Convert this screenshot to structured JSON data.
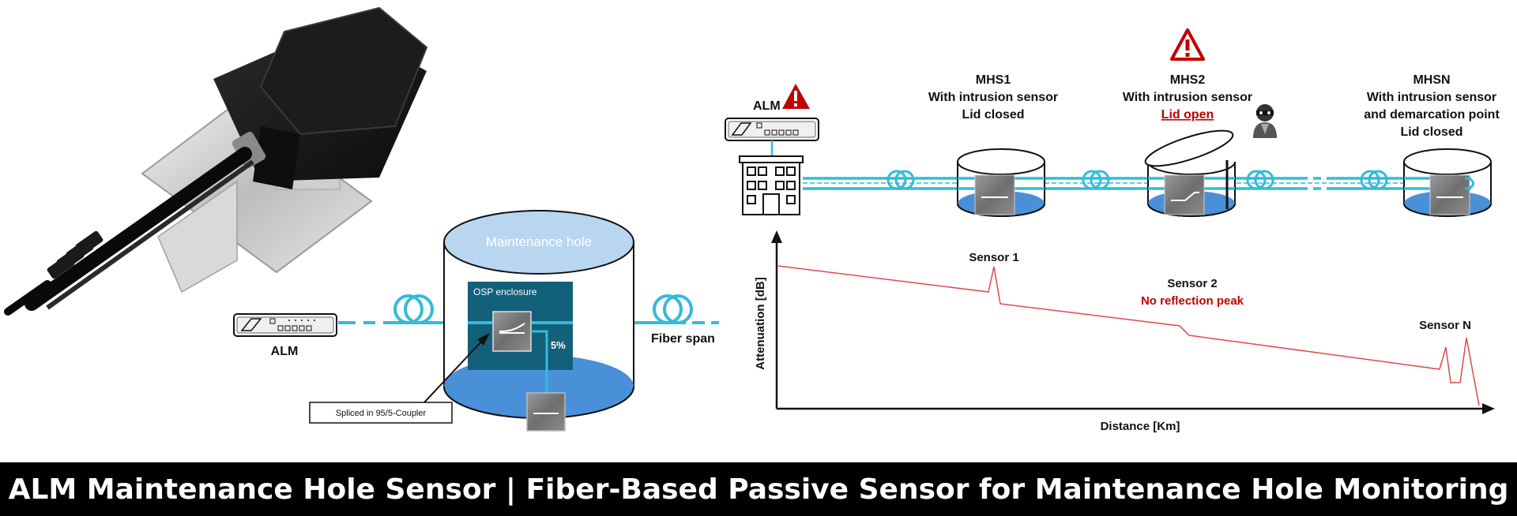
{
  "banner": {
    "title": "ALM Maintenance Hole Sensor | Fiber-Based Passive Sensor for Maintenance Hole Monitoring"
  },
  "left_diagram": {
    "alm_label": "ALM",
    "hole_label": "Maintenance hole",
    "enclosure_label": "OSP enclosure",
    "coupler_percent": "5%",
    "fiber_label": "Fiber span",
    "callout": "Spliced in 95/5-Coupler"
  },
  "network": {
    "alm_label": "ALM",
    "holes": [
      {
        "title": "MHS1",
        "line1": "With intrusion sensor",
        "line2": "Lid closed",
        "line3": ""
      },
      {
        "title": "MHS2",
        "line1": "With intrusion sensor",
        "line2": "Lid open",
        "line3": ""
      },
      {
        "title": "MHSN",
        "line1": "With intrusion sensor",
        "line2": "and demarcation point",
        "line3": "Lid closed"
      }
    ]
  },
  "trace": {
    "ylabel": "Attenuation [dB]",
    "xlabel": "Distance [Km]",
    "sensor1": "Sensor 1",
    "sensor2": "Sensor 2",
    "sensor2_note": "No reflection peak",
    "sensorN": "Sensor N"
  },
  "colors": {
    "fiber": "#33bbd8",
    "enclosure": "#13607a",
    "water": "#4a90d9",
    "water_light": "#b8d6f0",
    "trace": "#e0494b",
    "alert": "#c00000"
  },
  "icons": [
    "warning-icon",
    "intruder-icon",
    "building-icon",
    "fiber-coil-icon",
    "alm-device-icon"
  ]
}
